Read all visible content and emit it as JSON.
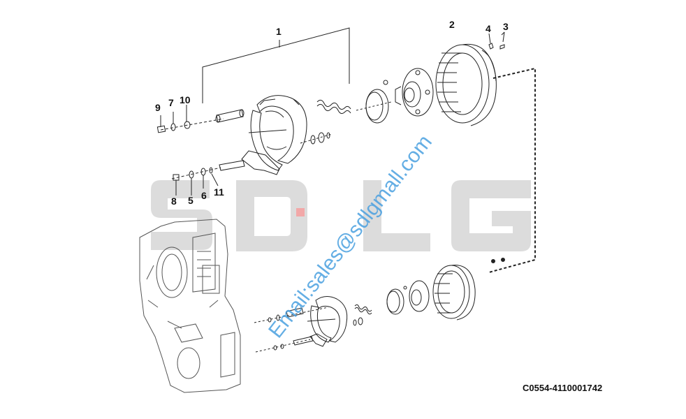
{
  "callouts": {
    "c1": "1",
    "c2": "2",
    "c3": "3",
    "c4": "4",
    "c5": "5",
    "c6": "6",
    "c7": "7",
    "c8": "8",
    "c9": "9",
    "c10": "10",
    "c11": "11"
  },
  "part_code": "C0554-4110001742",
  "watermark": {
    "logo_text": "SDLG",
    "email": "Email:sales@sdlgmall.com"
  },
  "colors": {
    "line": "#222222",
    "watermark_logo": "#d8d8d8",
    "watermark_dot": "#f4b0b0",
    "watermark_email": "#4aa0e0"
  }
}
